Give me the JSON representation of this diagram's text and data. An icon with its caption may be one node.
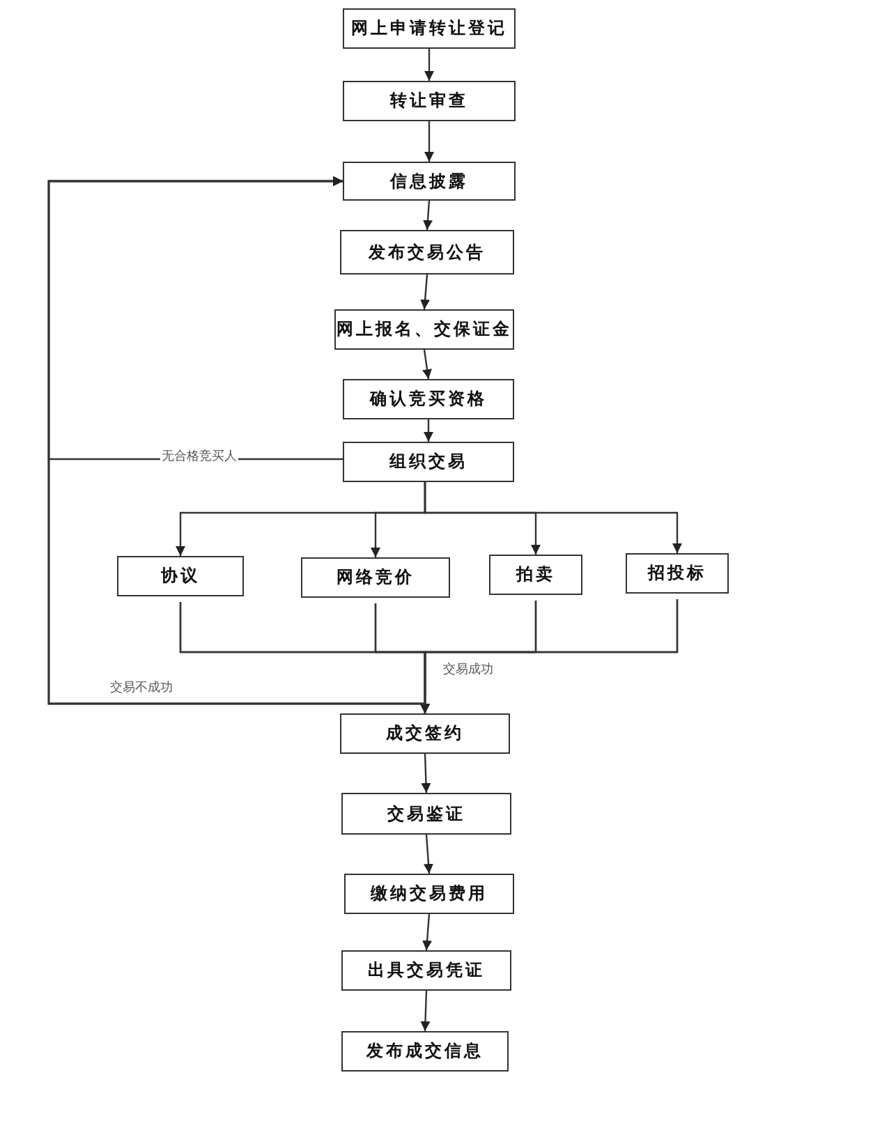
{
  "diagram": {
    "nodes": [
      {
        "text": [
          "网上申请转让登记"
        ]
      },
      {
        "text": [
          "转让审查"
        ]
      },
      {
        "text": [
          "信息披露"
        ]
      },
      {
        "text": [
          "发布交易公告"
        ]
      },
      {
        "text": [
          "网上报名、交保证金"
        ]
      },
      {
        "text": [
          "确认竞买资格"
        ]
      },
      {
        "text": [
          "组织交易"
        ]
      },
      {
        "text": [
          "协议"
        ]
      },
      {
        "text": [
          "网络竞价"
        ]
      },
      {
        "text": [
          "拍卖"
        ]
      },
      {
        "text": [
          "招投标"
        ]
      },
      {
        "text": [
          "成交签约"
        ]
      },
      {
        "text": [
          "交易鉴证"
        ]
      },
      {
        "text": [
          "缴纳交易费用"
        ]
      },
      {
        "text": [
          "出具交易凭证"
        ]
      },
      {
        "text": [
          "发布成交信息"
        ]
      }
    ],
    "edges": [
      {
        "from": 0,
        "to": 1,
        "arrow": "to"
      },
      {
        "from": 1,
        "to": 2,
        "arrow": "to"
      },
      {
        "from": 2,
        "to": 3,
        "arrow": "to"
      },
      {
        "from": 3,
        "to": 4,
        "arrow": "to"
      },
      {
        "from": 4,
        "to": 5,
        "arrow": "to"
      },
      {
        "from": 5,
        "to": 6,
        "arrow": "to"
      },
      {
        "from": 6,
        "to": 7,
        "arrow": "to"
      },
      {
        "from": 6,
        "to": 8,
        "arrow": "to"
      },
      {
        "from": 6,
        "to": 9,
        "arrow": "to"
      },
      {
        "from": 6,
        "to": 10,
        "arrow": "to"
      },
      {
        "from": 7,
        "to": 11,
        "arrow": "to",
        "label": "交易成功"
      },
      {
        "from": 8,
        "to": 11,
        "arrow": "to"
      },
      {
        "from": 9,
        "to": 11,
        "arrow": "to"
      },
      {
        "from": 10,
        "to": 11,
        "arrow": "to"
      },
      {
        "from": 6,
        "to": 2,
        "arrow": "to",
        "label": "无合格竞买人"
      },
      {
        "from": 7,
        "to": 2,
        "arrow": "to",
        "label": "交易不成功"
      },
      {
        "from": 8,
        "to": 2,
        "arrow": "to"
      },
      {
        "from": 9,
        "to": 2,
        "arrow": "to"
      },
      {
        "from": 10,
        "to": 2,
        "arrow": "to"
      },
      {
        "from": 11,
        "to": 12,
        "arrow": "to"
      },
      {
        "from": 12,
        "to": 13,
        "arrow": "to"
      },
      {
        "from": 13,
        "to": 14,
        "arrow": "to"
      },
      {
        "from": 14,
        "to": 15,
        "arrow": "to"
      }
    ]
  }
}
